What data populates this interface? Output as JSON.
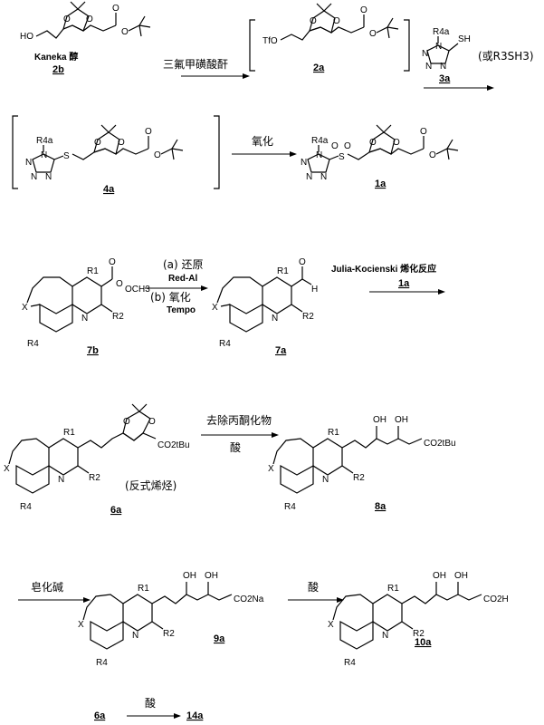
{
  "row1": {
    "kaneka": "Kaneka 醇",
    "cmp_2b": "2b",
    "reagent_tf": "三氟甲磺酸酐",
    "tfo": "TfO",
    "cmp_2a": "2a",
    "r4a": "R4a",
    "sh": "SH",
    "n": "N",
    "cmp_3a": "3a",
    "alt_reagent": "(或R3SH3)",
    "ho": "HO"
  },
  "row2": {
    "s": "S",
    "r4a": "R4a",
    "cmp_4a": "4a",
    "oxidation": "氧化",
    "cmp_1a": "1a"
  },
  "row3": {
    "step_a": "(a) 还原",
    "red_al": "Red-Al",
    "step_b": "(b) 氧化",
    "tempo": "Tempo",
    "julia": "Julia-Kocienski 烯化反应",
    "julia_cmp": "1a",
    "cmp_7b": "7b",
    "cmp_7a": "7a",
    "r1": "R1",
    "r2": "R2",
    "r4": "R4",
    "x": "X",
    "n": "N",
    "och3": "OCH3",
    "h": "H",
    "o": "O"
  },
  "row4": {
    "deprotect": "去除丙酮化物",
    "acid": "酸",
    "trans": "(反式烯烃)",
    "cmp_6a": "6a",
    "cmp_8a": "8a",
    "co2tbu": "CO2tBu",
    "oh": "OH"
  },
  "row5": {
    "saponify": "皂化碱",
    "acid": "酸",
    "cmp_9a": "9a",
    "cmp_10a": "10a",
    "co2na": "CO2Na",
    "co2h": "CO2H"
  },
  "row6": {
    "from": "6a",
    "reagent": "酸",
    "to": "14a"
  }
}
